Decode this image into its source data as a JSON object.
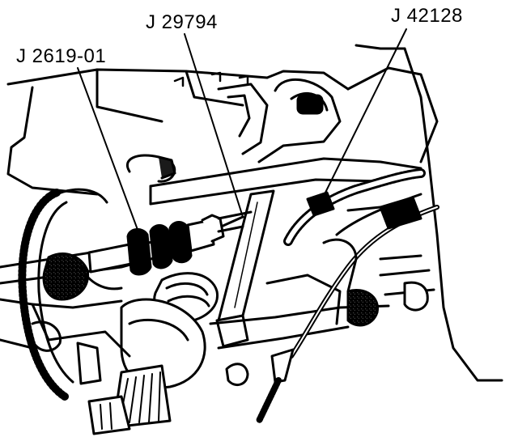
{
  "callouts": [
    {
      "id": "j2619",
      "text": "J 2619-01"
    },
    {
      "id": "j29794",
      "text": "J 29794"
    },
    {
      "id": "j42128",
      "text": "J 42128"
    }
  ],
  "colors": {
    "ink": "#000000",
    "paper": "#ffffff",
    "shade": "#9a9a9a",
    "dark": "#1a1a1a"
  }
}
